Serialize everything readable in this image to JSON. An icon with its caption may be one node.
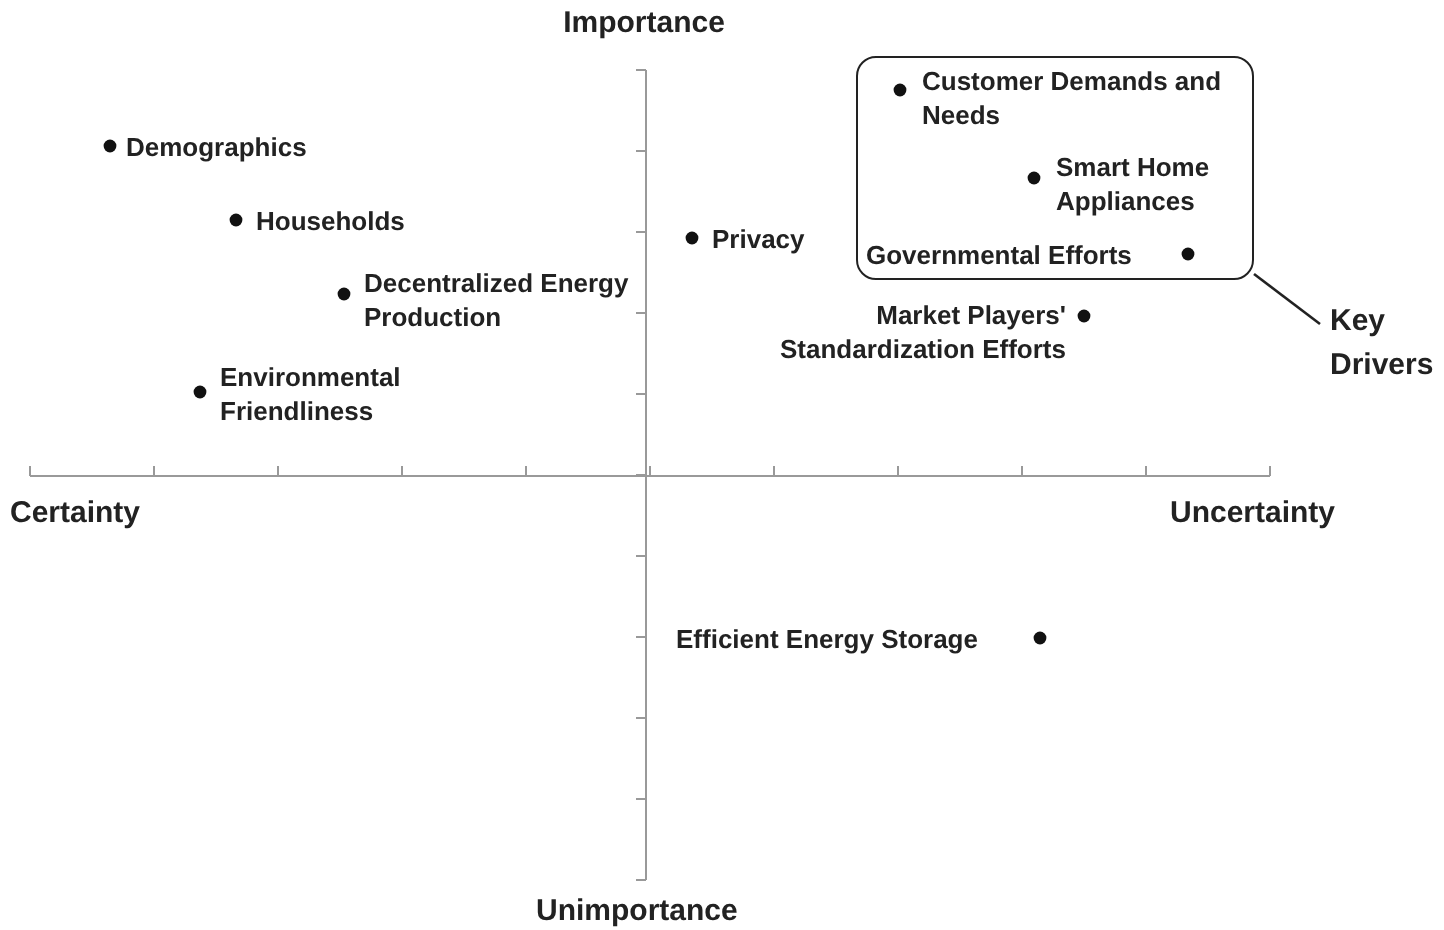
{
  "diagram": {
    "nodes": [
      {
        "text": [
          "Customer Demands and Needs",
          "Smart Home Appliances",
          "Governmental Efforts"
        ]
      },
      {
        "text": [
          "Key Drivers"
        ]
      }
    ],
    "edges": [
      {
        "from": 1,
        "to": 0,
        "arrow": "none"
      }
    ],
    "labels": [
      "Importance",
      "Demographics",
      "Households",
      "Privacy",
      "Decentralized Energy Production",
      "Market Players' Standardization Efforts",
      "Environmental Friendliness",
      "Certainty",
      "Uncertainty",
      "Efficient Energy Storage",
      "Unimportance"
    ]
  }
}
